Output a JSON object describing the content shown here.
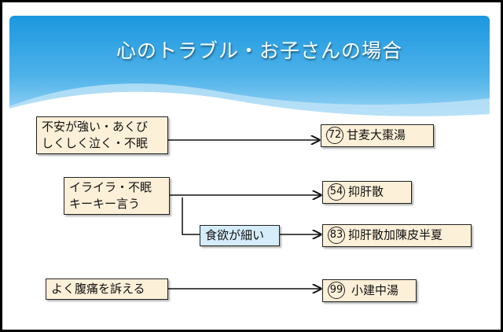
{
  "title": "心のトラブル・お子さんの場合",
  "symptoms": [
    {
      "lines": [
        "不安が強い・あくび",
        "しくしく泣く・不眠"
      ]
    },
    {
      "lines": [
        "イライラ・不眠",
        "キーキー言う"
      ]
    },
    {
      "lines": [
        "よく腹痛を訴える"
      ]
    }
  ],
  "condition": "食欲が細い",
  "remedies": [
    {
      "num": "72",
      "name": "甘麦大棗湯"
    },
    {
      "num": "54",
      "name": "抑肝散"
    },
    {
      "num": "83",
      "name": "抑肝散加陳皮半夏"
    },
    {
      "num": "99",
      "name": "小建中湯"
    }
  ]
}
